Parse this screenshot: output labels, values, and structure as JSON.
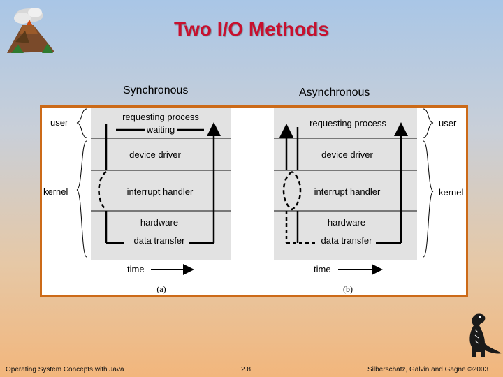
{
  "title": "Two I/O Methods",
  "headings": {
    "sync": "Synchronous",
    "async": "Asynchronous"
  },
  "diagram_a": {
    "rows": [
      "requesting process",
      "waiting",
      "device driver",
      "interrupt handler",
      "hardware",
      "data transfer"
    ],
    "side_labels": [
      "user",
      "kernel"
    ],
    "time_label": "time",
    "caption": "(a)"
  },
  "diagram_b": {
    "rows": [
      "requesting process",
      "device driver",
      "interrupt handler",
      "hardware",
      "data transfer"
    ],
    "side_labels": [
      "user",
      "kernel"
    ],
    "time_label": "time",
    "caption": "(b)"
  },
  "footer": {
    "left": "Operating System Concepts with Java",
    "center": "2.8",
    "right": "Silberschatz, Galvin and Gagne ©2003"
  },
  "colors": {
    "title": "#c8102e",
    "frame_border": "#cc6a18",
    "band": "#e2e2e2"
  }
}
